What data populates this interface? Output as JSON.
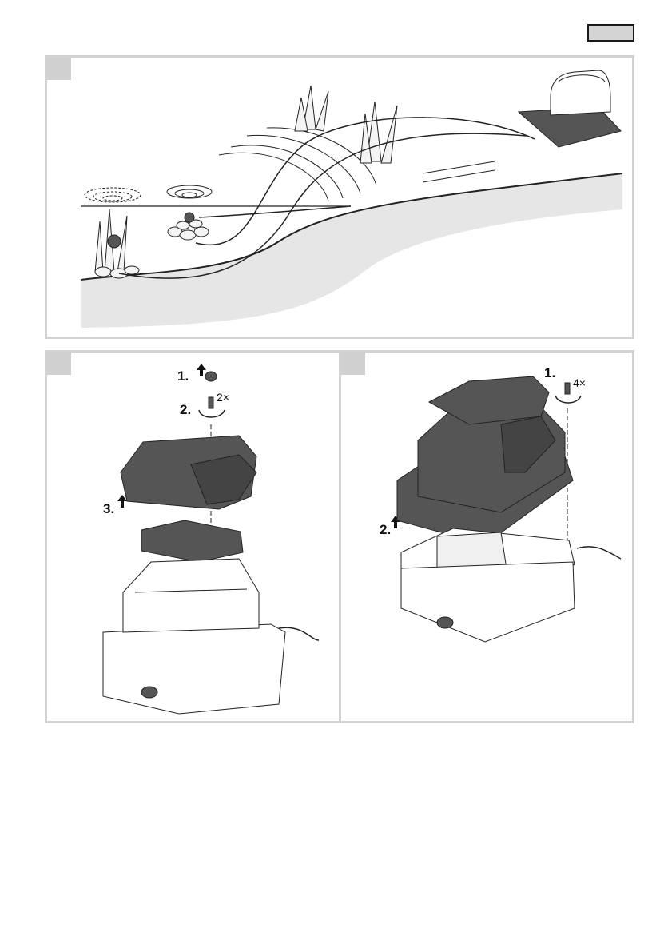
{
  "page_marker": "",
  "panel_b": {
    "step1": "1.",
    "step2": "2.",
    "step3": "3.",
    "screw_count": "2×"
  },
  "panel_c": {
    "step1": "1.",
    "step2": "2.",
    "screw_count": "4×"
  }
}
